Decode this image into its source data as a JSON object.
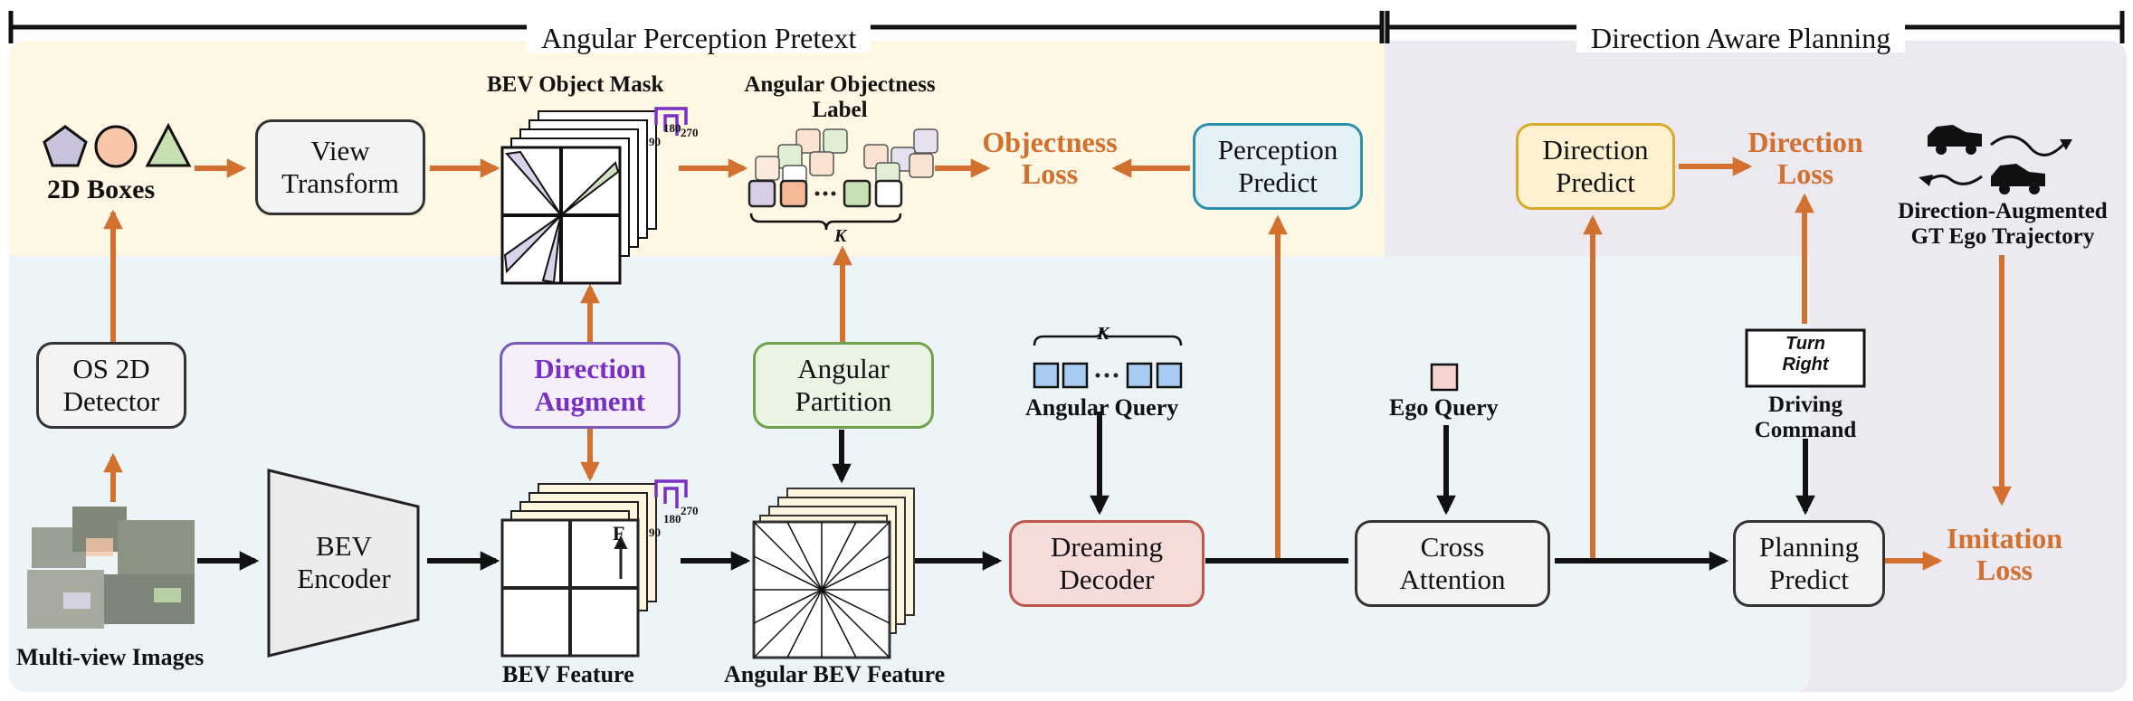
{
  "sections": {
    "left_title": "Angular Perception Pretext",
    "right_title": "Direction Aware Planning"
  },
  "nodes": {
    "view_transform": "View\nTransform",
    "os_detector": "OS 2D\nDetector",
    "bev_encoder": "BEV\nEncoder",
    "direction_augment": "Direction\nAugment",
    "angular_partition": "Angular\nPartition",
    "dreaming_decoder": "Dreaming\nDecoder",
    "perception_predict": "Perception\nPredict",
    "cross_attention": "Cross\nAttention",
    "direction_predict": "Direction\nPredict",
    "planning_predict": "Planning\nPredict",
    "turn_right": "Turn\nRight"
  },
  "labels": {
    "boxes_2d": "2D Boxes",
    "multi_view_images": "Multi-view Images",
    "bev_object_mask": "BEV Object Mask",
    "angular_objectness_label": "Angular Objectness\nLabel",
    "bev_feature": "BEV Feature",
    "angular_bev_feature": "Angular BEV Feature",
    "angular_query": "Angular Query",
    "ego_query": "Ego Query",
    "driving_command": "Driving\nCommand",
    "gt_trajectory": "Direction-Augmented\nGT Ego Trajectory",
    "k_upper": "K",
    "k_lower": "K",
    "rot_90": "90",
    "rot_180": "180",
    "rot_270": "270",
    "feature_mark": "F"
  },
  "losses": {
    "objectness": "Objectness\nLoss",
    "direction": "Direction\nLoss",
    "imitation": "Imitation\nLoss"
  },
  "colors": {
    "arrow_orange": "#d2712f",
    "loss_orange": "#d2712f",
    "region_yellow": "#fdf7e4",
    "region_blue": "#edf4f8",
    "region_gray": "#ece9f0",
    "direction_purple": "#7a2fc4",
    "perception_box": "#e4f1f7",
    "partition_box": "#eaf4e2",
    "decoder_box": "#f6dcd8",
    "direction_box": "#fdf1cf",
    "query_blue": "#a9cdf2",
    "ego_pink": "#f6d5d0"
  }
}
